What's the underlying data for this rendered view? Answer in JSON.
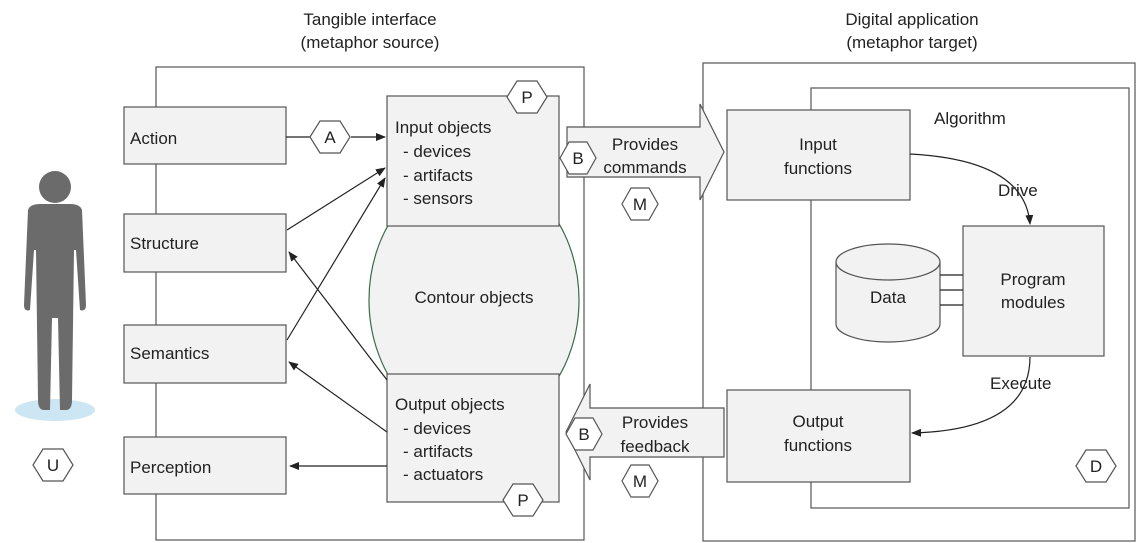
{
  "left_panel": {
    "title_line1": "Tangible interface",
    "title_line2": "(metaphor source)"
  },
  "right_panel": {
    "title_line1": "Digital application",
    "title_line2": "(metaphor target)",
    "algorithm_label": "Algorithm"
  },
  "user_boxes": [
    "Action",
    "Structure",
    "Semantics",
    "Perception"
  ],
  "input_objects": {
    "title": "Input objects",
    "items": [
      "- devices",
      "- artifacts",
      "- sensors"
    ]
  },
  "contour_objects": "Contour objects",
  "output_objects": {
    "title": "Output objects",
    "items": [
      "- devices",
      "- artifacts",
      "- actuators"
    ]
  },
  "commands_arrow": {
    "line1": "Provides",
    "line2": "commands"
  },
  "feedback_arrow": {
    "line1": "Provides",
    "line2": "feedback"
  },
  "input_functions": {
    "line1": "Input",
    "line2": "functions"
  },
  "output_functions": {
    "line1": "Output",
    "line2": "functions"
  },
  "program_modules": {
    "line1": "Program",
    "line2": "modules"
  },
  "data_label": "Data",
  "drive_label": "Drive",
  "execute_label": "Execute",
  "hex_labels": {
    "a": "A",
    "b": "B",
    "m": "M",
    "p": "P",
    "u": "U",
    "d": "D"
  },
  "colors": {
    "box_fill": "#f2f2f2",
    "stroke": "#555555",
    "person": "#6b6b6b",
    "person_shadow": "#cde6f3"
  }
}
